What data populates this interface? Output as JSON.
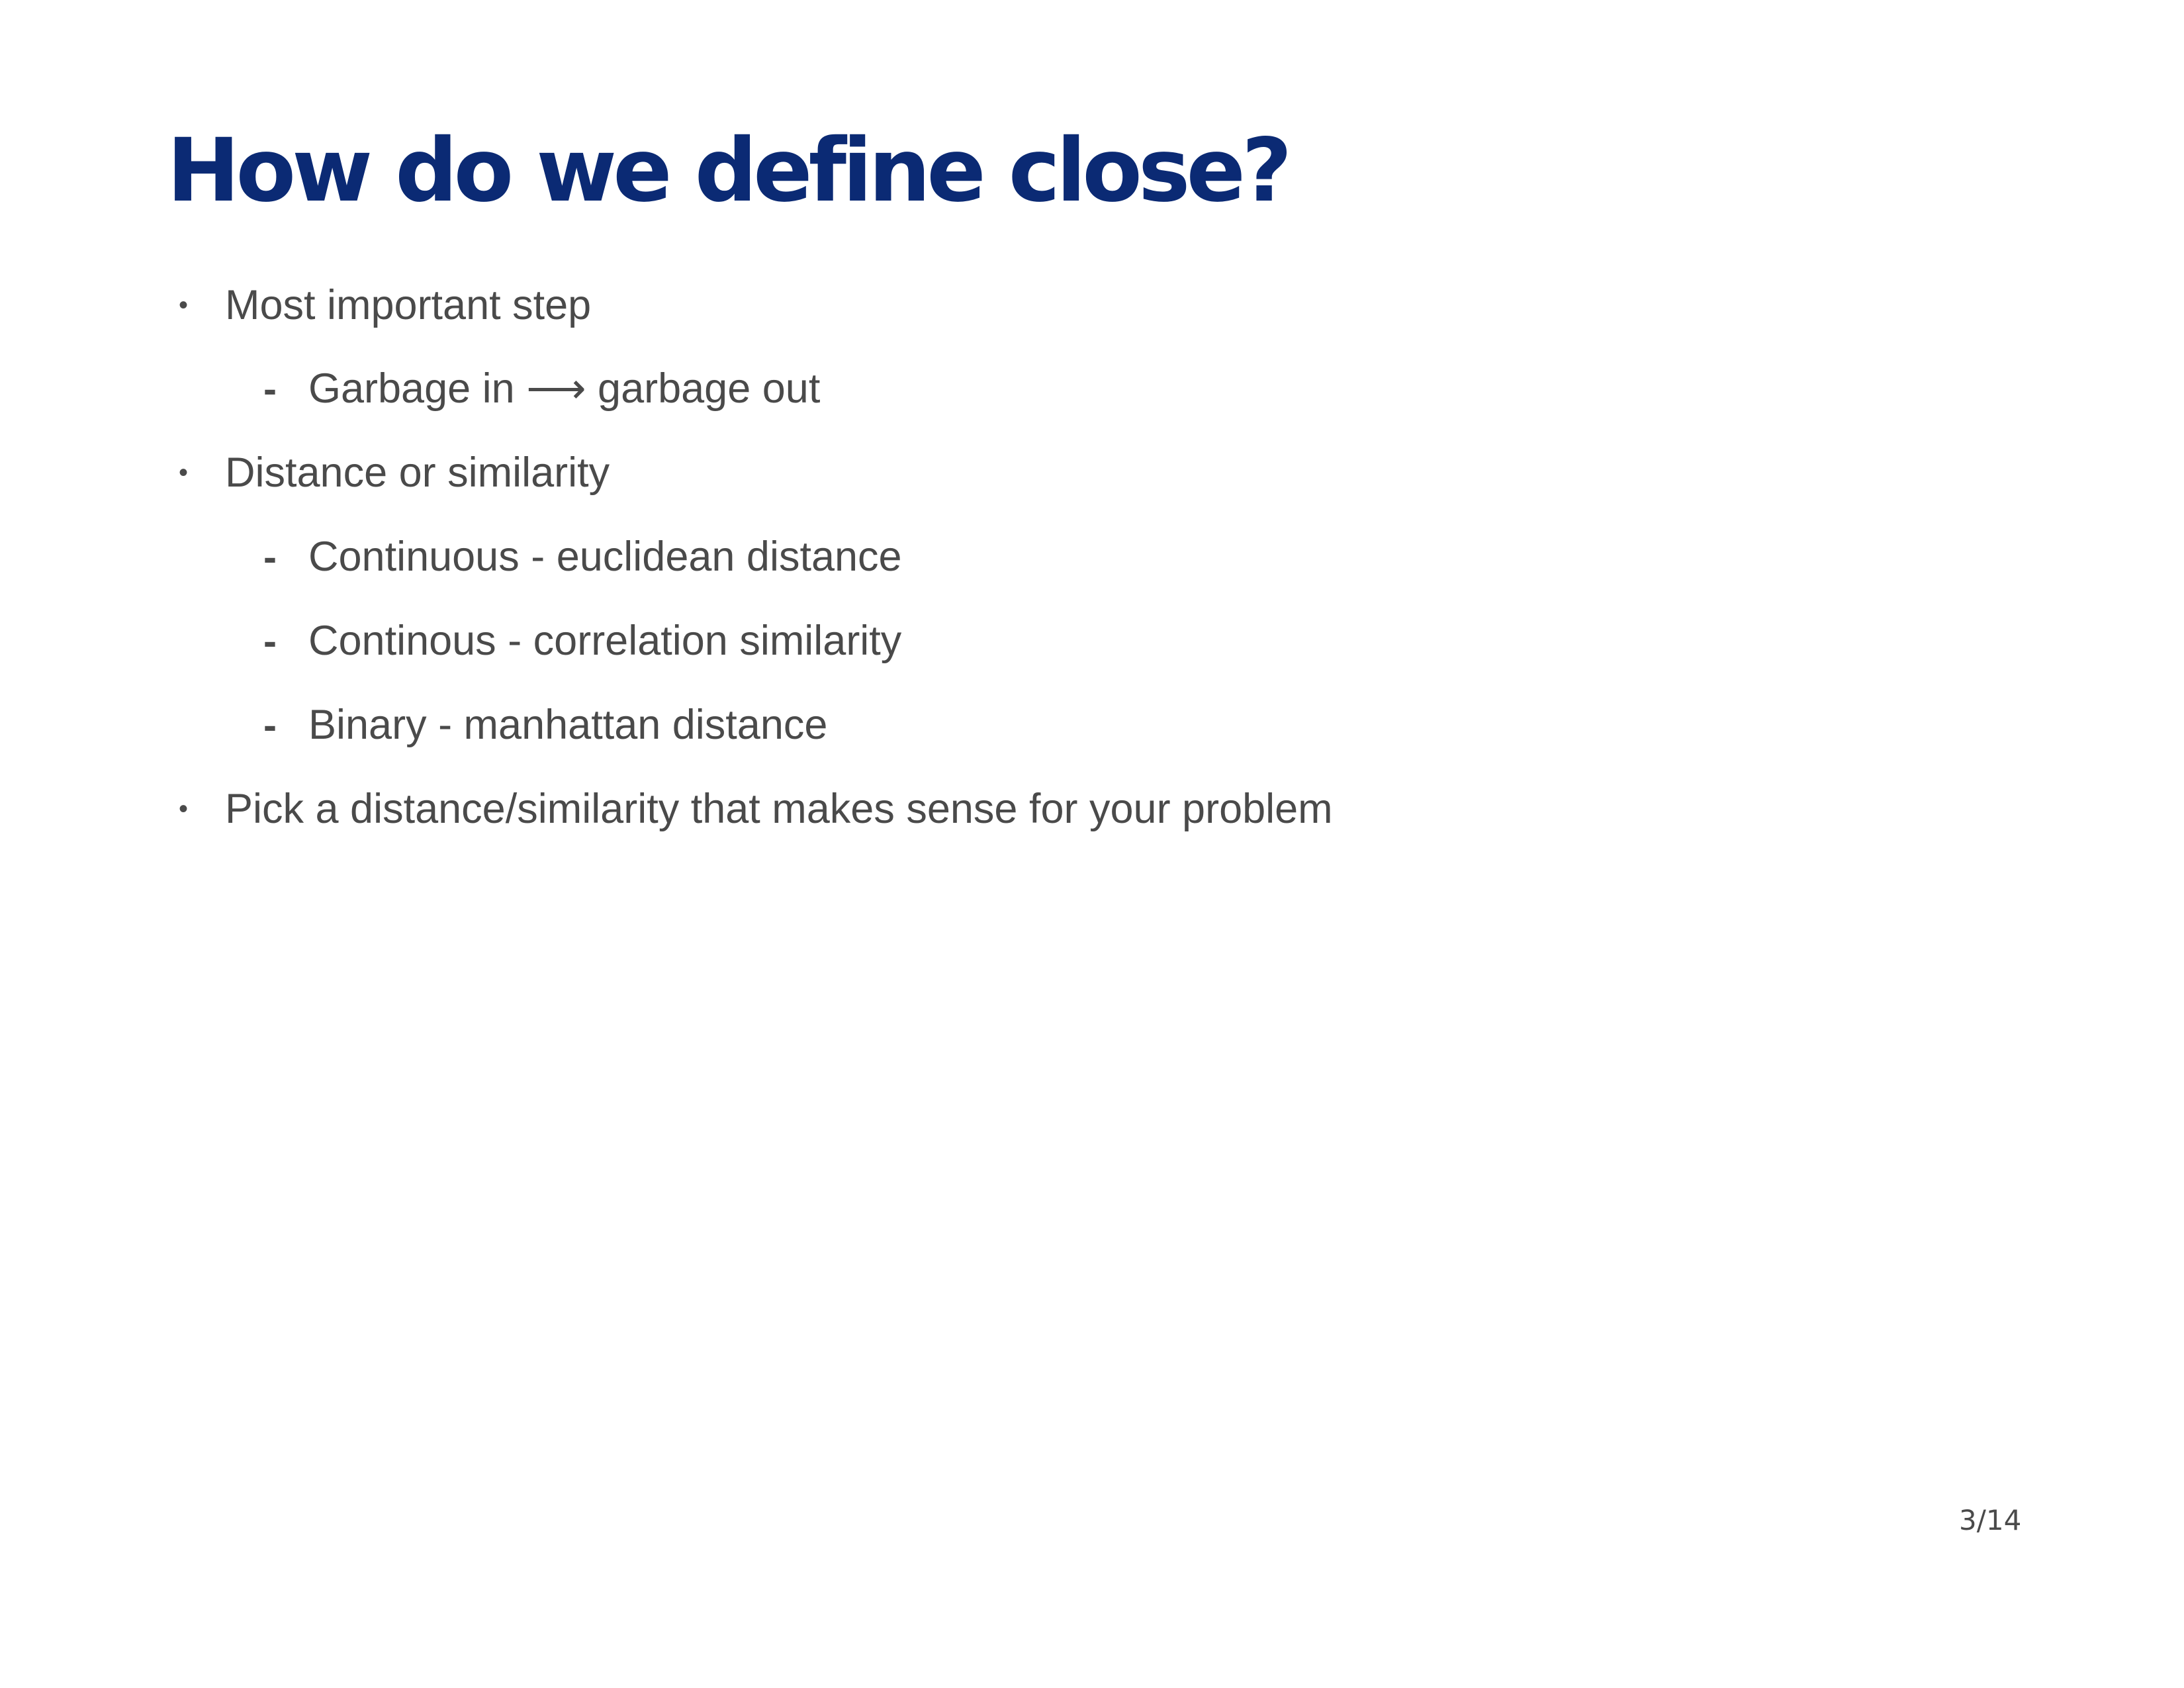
{
  "slide": {
    "title": "How do we define close?",
    "bullets": [
      {
        "text": "Most important step",
        "subitems": [
          "Garbage in ⟶ garbage out"
        ]
      },
      {
        "text": "Distance or similarity",
        "subitems": [
          "Continuous - euclidean distance",
          "Continous - correlation similarity",
          "Binary - manhattan distance"
        ]
      },
      {
        "text": "Pick a distance/similarity that makes sense for your problem",
        "subitems": []
      }
    ],
    "page_number": "3/14"
  },
  "colors": {
    "title": "#0b2a74",
    "body_text": "#4a4a4a",
    "background": "#ffffff"
  },
  "icons": {
    "level1_marker": "bullet-dot-icon",
    "level2_marker": "dash-icon"
  }
}
